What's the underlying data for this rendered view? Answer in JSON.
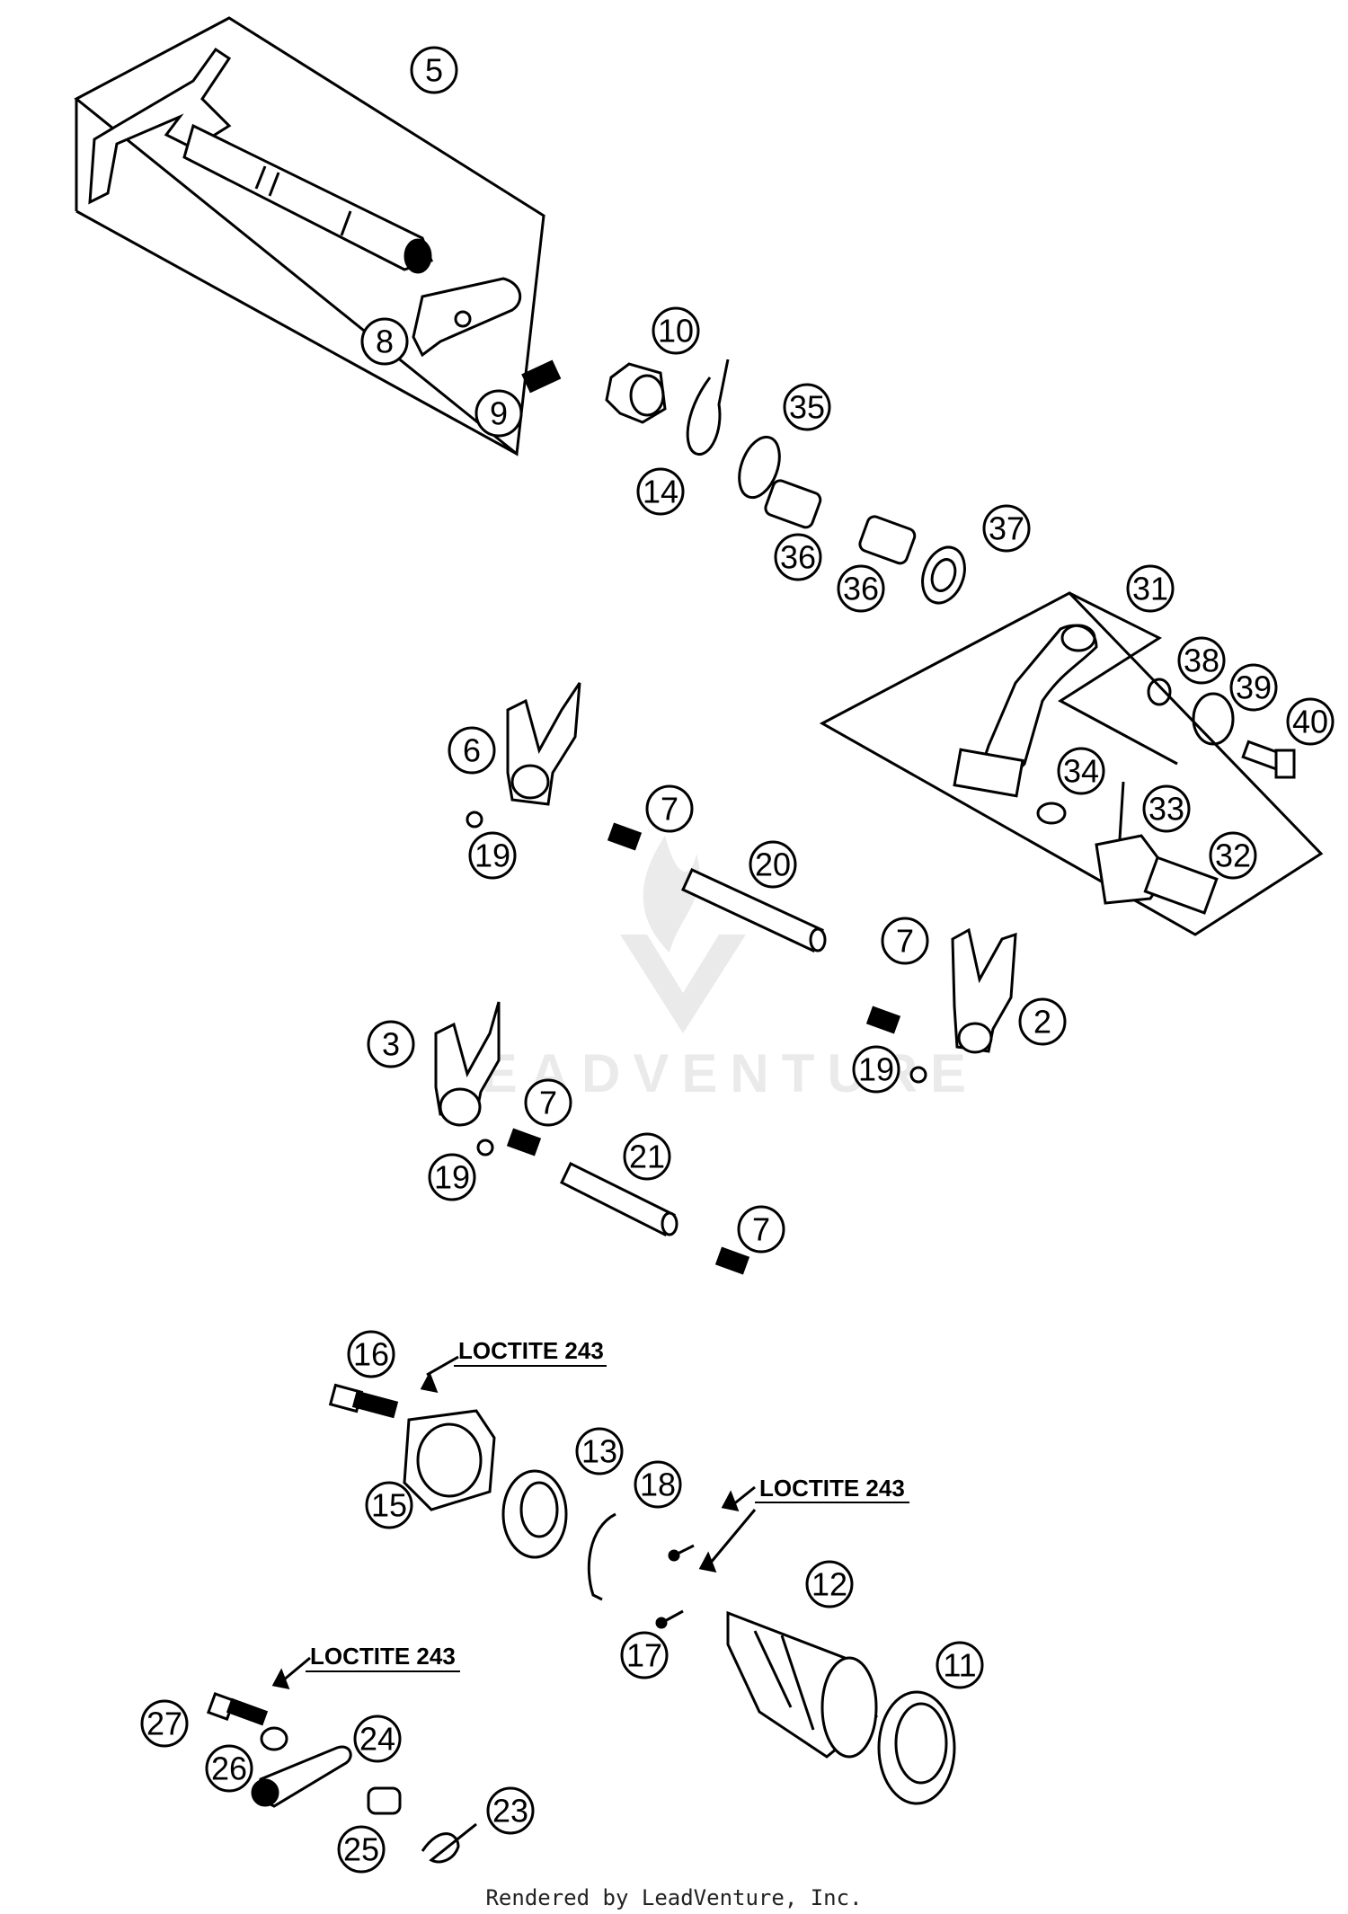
{
  "diagram": {
    "watermark": "LEADVENTURE",
    "footer": "Rendered by LeadVenture, Inc.",
    "loctite_notes": [
      "LOCTITE 243",
      "LOCTITE 243",
      "LOCTITE 243"
    ],
    "callouts": [
      "5",
      "8",
      "9",
      "10",
      "35",
      "14",
      "36",
      "36",
      "37",
      "31",
      "38",
      "39",
      "40",
      "6",
      "7",
      "19",
      "20",
      "34",
      "33",
      "32",
      "7",
      "2",
      "3",
      "19",
      "7",
      "19",
      "21",
      "7",
      "16",
      "15",
      "13",
      "18",
      "12",
      "17",
      "11",
      "27",
      "24",
      "26",
      "25",
      "23"
    ],
    "line_color": "#000000"
  }
}
